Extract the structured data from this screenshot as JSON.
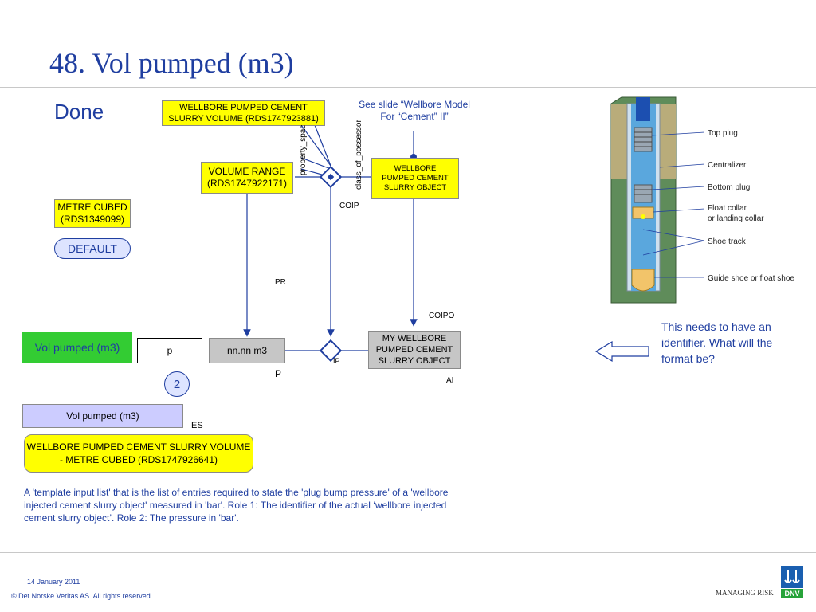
{
  "slide": {
    "title": "48. Vol pumped (m3)",
    "status": "Done"
  },
  "diagram": {
    "wpcsv_box": "WELLBORE PUMPED CEMENT SLURRY VOLUME (RDS1747923881)",
    "see_slide_note": "See slide “Wellbore Model For “Cement” II”",
    "volume_range_box": "VOLUME RANGE (RDS1747922171)",
    "property_space_label": "property_spac",
    "class_of_possessor_label": "class_of_possessor",
    "wpcs_object_box": "WELLBORE PUMPED CEMENT SLURRY OBJECT",
    "coip_label": "COIP",
    "metre_cubed_box": "METRE CUBED (RDS1349099)",
    "default_label": "DEFAULT",
    "pr_label": "PR",
    "coipo_label": "COIPO",
    "vol_pumped_green": "Vol pumped (m3)",
    "p_box": "p",
    "nn_box": "nn.nn m3",
    "ip_label": "IP",
    "my_object_box": "MY WELLBORE PUMPED CEMENT SLURRY OBJECT",
    "p_label": "P",
    "ai_label": "AI",
    "circle_number": "2",
    "vol_pumped_lav": "Vol pumped (m3)",
    "es_label": "ES",
    "wpcsv_metre_box": "WELLBORE PUMPED CEMENT SLURRY VOLUME - METRE CUBED (RDS1747926641)",
    "description": "A 'template input list' that is the list of entries required to state the 'plug bump pressure' of a 'wellbore injected cement slurry object' measured in 'bar'. Role 1: The identifier of the actual ‘wellbore injected cement slurry object’. Role 2: The pressure in 'bar'."
  },
  "well_image": {
    "top_plug": "Top plug",
    "centralizer": "Centralizer",
    "bottom_plug": "Bottom plug",
    "float_collar_1": "Float collar",
    "float_collar_2": "or landing collar",
    "shoe_track": "Shoe track",
    "guide_shoe": "Guide shoe or float shoe"
  },
  "identifier_note": "This needs to have an identifier. What will the format be?",
  "footer": {
    "date": "14 January 2011",
    "copyright": "© Det Norske Veritas AS. All rights reserved.",
    "tagline": "MANAGING RISK",
    "logo_text": "DNV"
  },
  "colors": {
    "title_blue": "#1f3ea0",
    "yellow": "#ffff00",
    "green": "#33cc33",
    "lavender": "#ccccff",
    "grey": "#c6c6c6"
  }
}
